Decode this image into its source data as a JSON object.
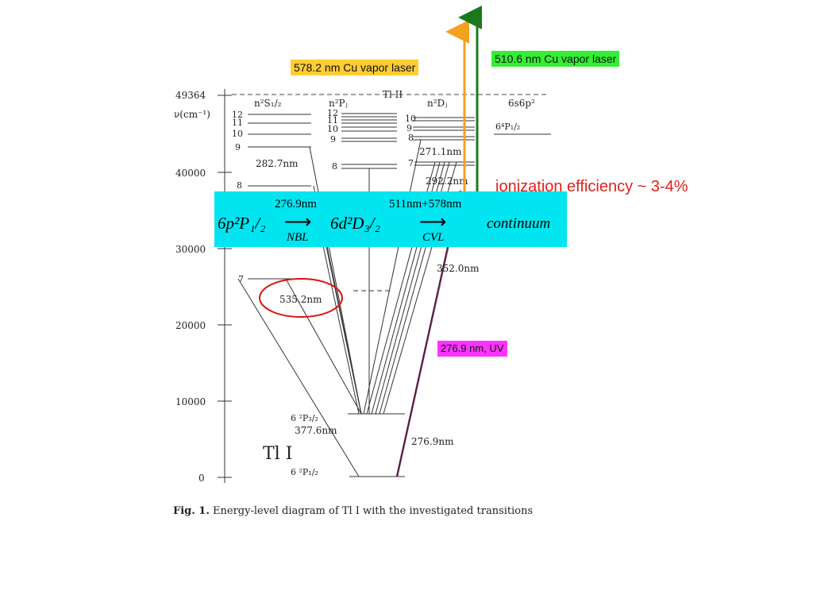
{
  "highlights": {
    "cu_vapor_578": "578.2 nm  Cu vapor laser",
    "cu_vapor_510": "510.6 nm Cu vapor laser",
    "uv_276": "276.9 nm, UV"
  },
  "ionization_note": "ionization efficiency ~ 3-4%",
  "scheme": {
    "state_start": "6p²P₁/₂",
    "step1_wavelength": "276.9nm",
    "step1_laser": "NBL",
    "state_mid": "6d²D₃/₂",
    "step2_wavelength": "511nm+578nm",
    "step2_laser": "CVL",
    "state_end": "continuum"
  },
  "diagram": {
    "axis_label": "ν(cm⁻¹)",
    "ionization_limit": "49364",
    "ion_label": "Tl  II",
    "y_ticks": [
      "40000",
      "30000",
      "20000",
      "10000",
      "0"
    ],
    "columns": [
      "n²S₁/₂",
      "n²Pⱼ",
      "n²Dⱼ",
      "6s6p²"
    ],
    "s_levels": [
      "12",
      "11",
      "10",
      "9",
      "8",
      "7"
    ],
    "p_levels": [
      "12",
      "11",
      "10",
      "9",
      "8"
    ],
    "d_levels": [
      "10",
      "9",
      "8",
      "7"
    ],
    "quartet_label": "6⁴P₁/₂",
    "ground_p12": "6 ²P₁/₂",
    "ground_p32": "6 ²P₃/₂",
    "atom_label": "Tl  I",
    "transitions": [
      "282.7nm",
      "271.1nm",
      "292.2nm",
      "352.0nm",
      "535.2nm",
      "377.6nm",
      "276.9nm"
    ]
  },
  "caption": {
    "fig_label": "Fig. 1.",
    "text": " Energy-level diagram of Tl I with the investigated transitions"
  },
  "colors": {
    "orange_arrow": "#f5a020",
    "green_arrow": "#1a7a1a",
    "uv_line": "#8b2e6b",
    "cyan_box": "#00e5f0",
    "red_circle": "#dd1111"
  }
}
